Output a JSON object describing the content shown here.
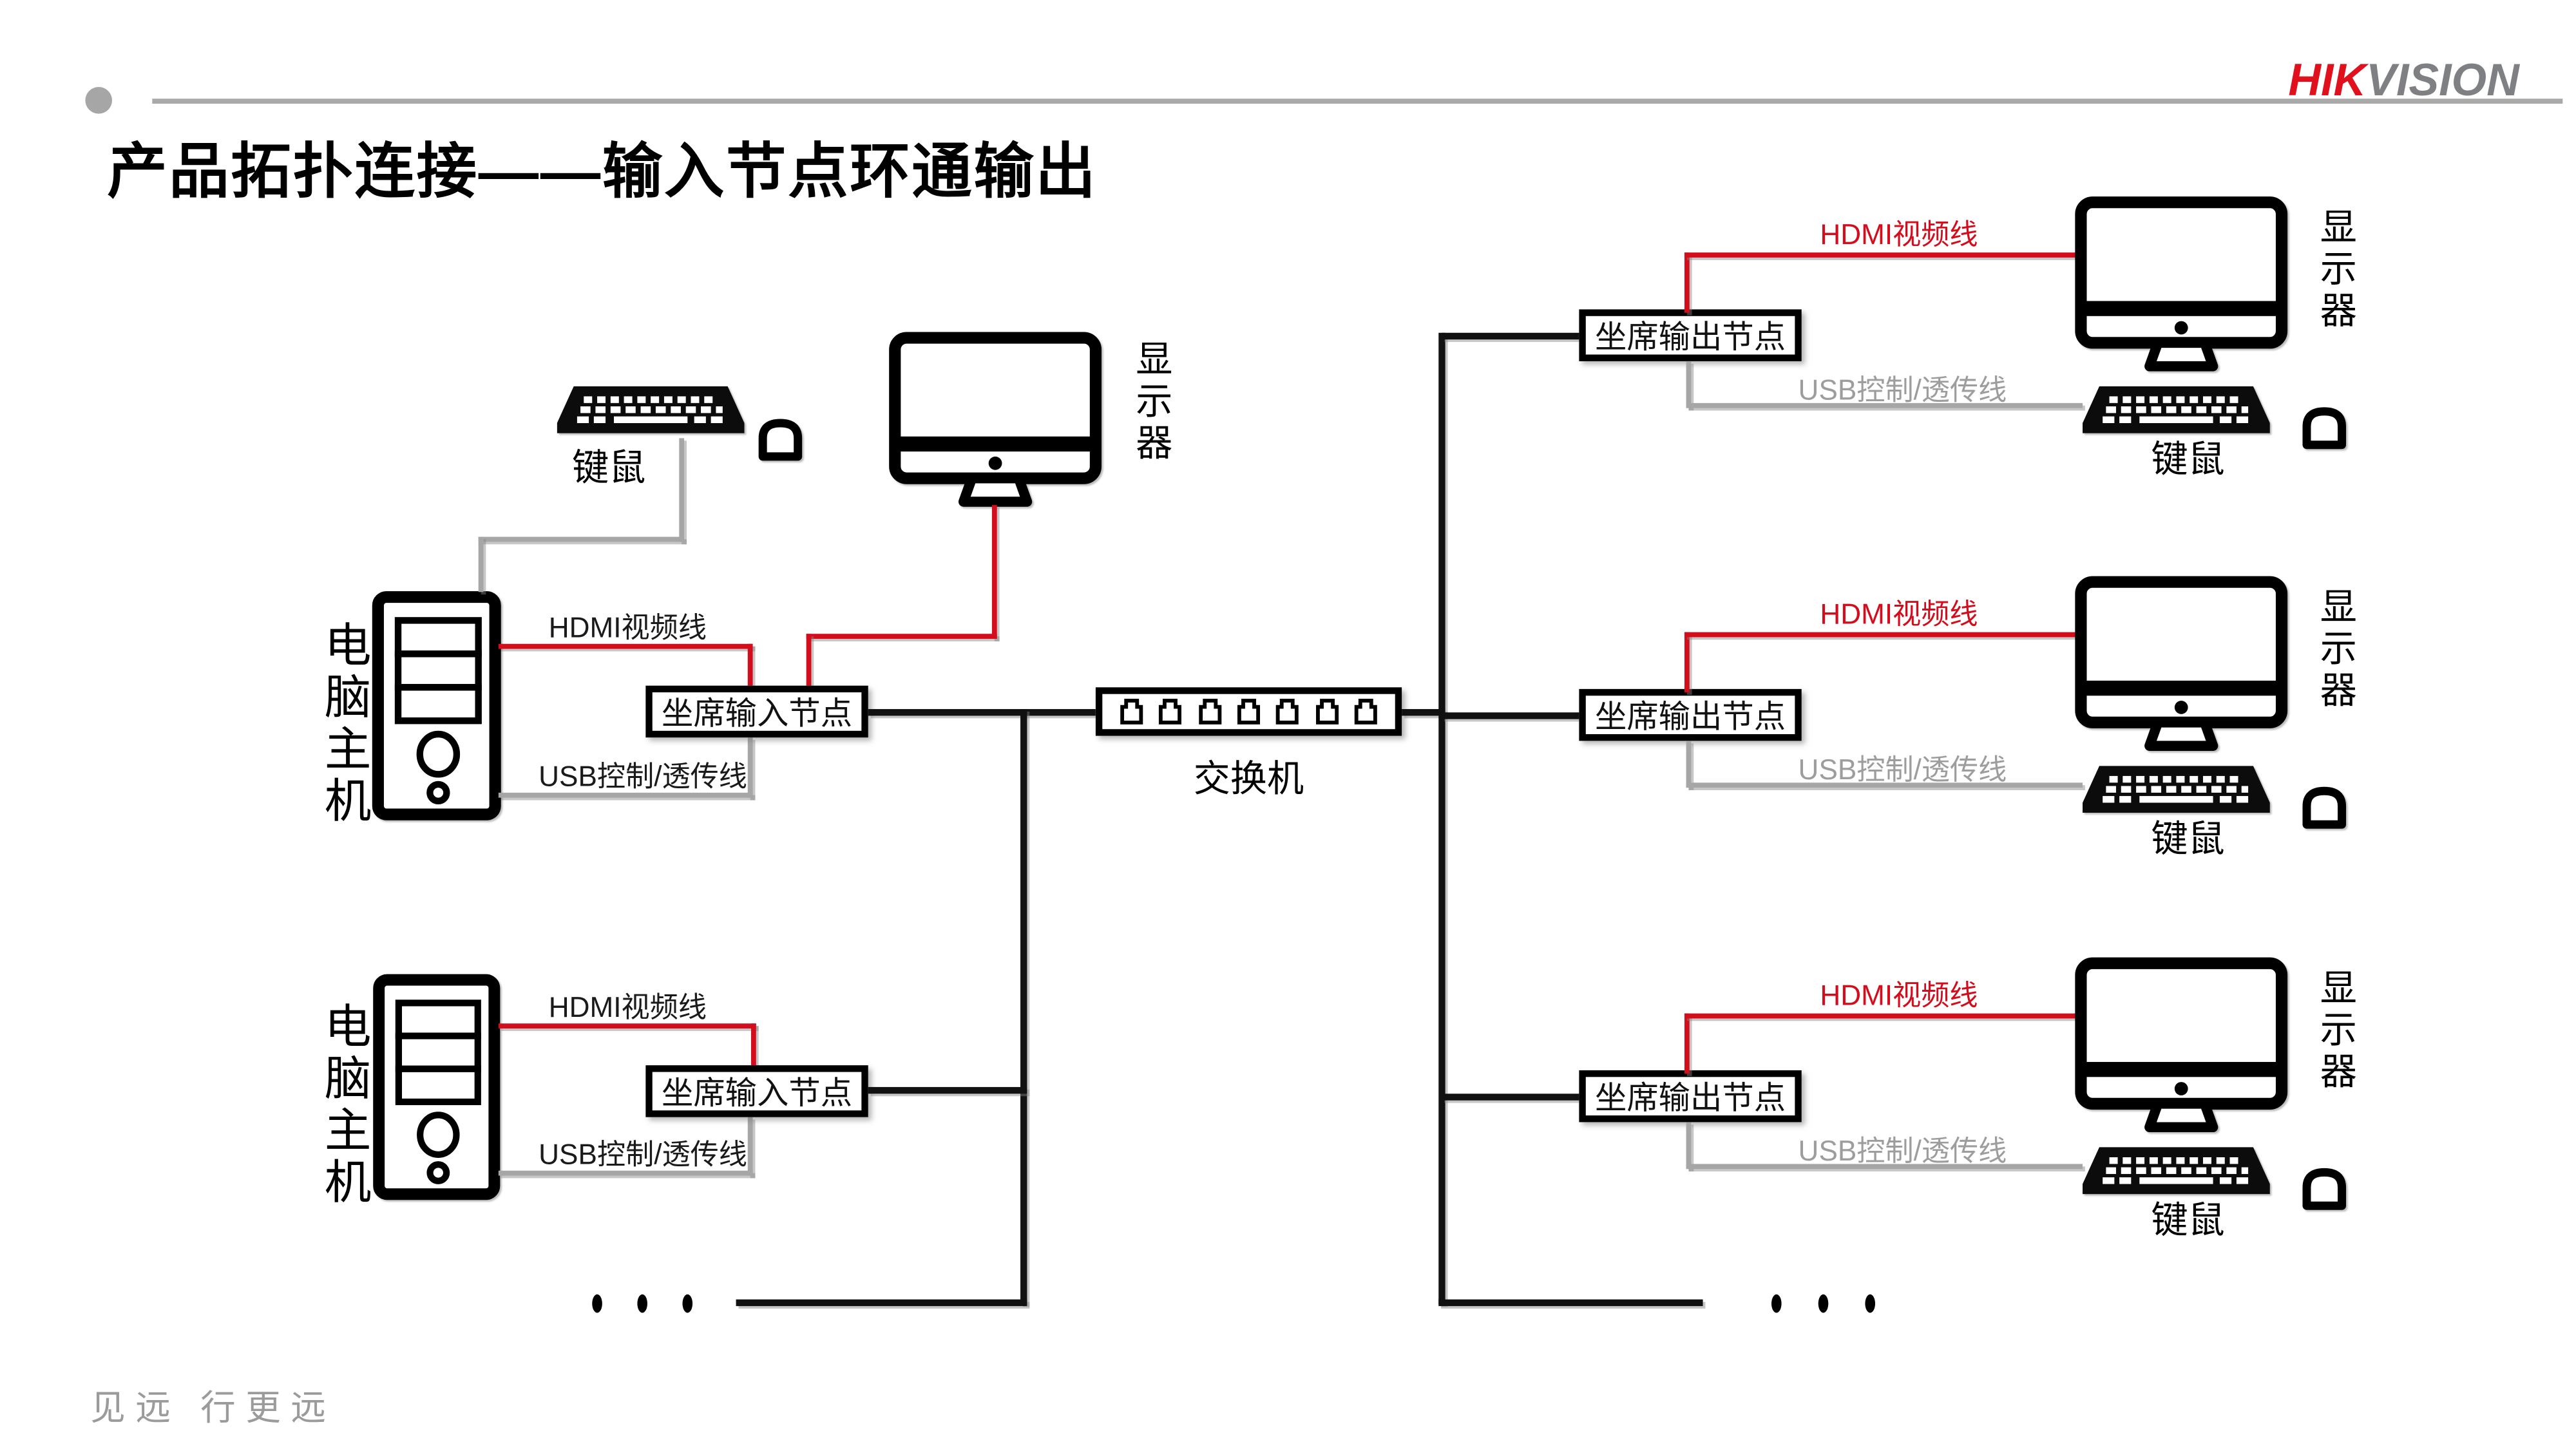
{
  "colors": {
    "accent_red": "#d40d1d",
    "logo_red": "#e0101c",
    "logo_gray": "#7e8083",
    "line_gray": "#a6a6a6",
    "line_black": "#111111"
  },
  "header": {
    "logo_hik": "HIK",
    "logo_vision": "VISION",
    "title": "产品拓扑连接——输入节点环通输出"
  },
  "labels": {
    "hdmi_cable": "HDMI视频线",
    "usb_cable": "USB控制/透传线",
    "input_node": "坐席输入节点",
    "output_node": "坐席输出节点",
    "switch": "交换机",
    "pc_host": "电脑主机",
    "monitor": "显示器",
    "kb_mouse": "键鼠"
  },
  "diagram_summary": {
    "input_node_count_shown": 2,
    "output_node_count_shown": 3,
    "switch_port_count": 7
  },
  "footer": {
    "slogan": "见远 行更远"
  }
}
